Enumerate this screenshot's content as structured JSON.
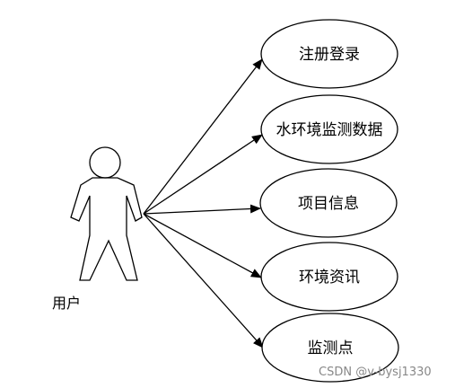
{
  "actor": {
    "label": "用户"
  },
  "use_cases": [
    {
      "label": "注册登录"
    },
    {
      "label": "水环境监测数据"
    },
    {
      "label": "项目信息"
    },
    {
      "label": "环境资讯"
    },
    {
      "label": "监测点"
    }
  ],
  "watermark": "CSDN @v-bysj1330",
  "colors": {
    "stroke": "#000000",
    "background": "#ffffff",
    "watermark": "#888888"
  }
}
